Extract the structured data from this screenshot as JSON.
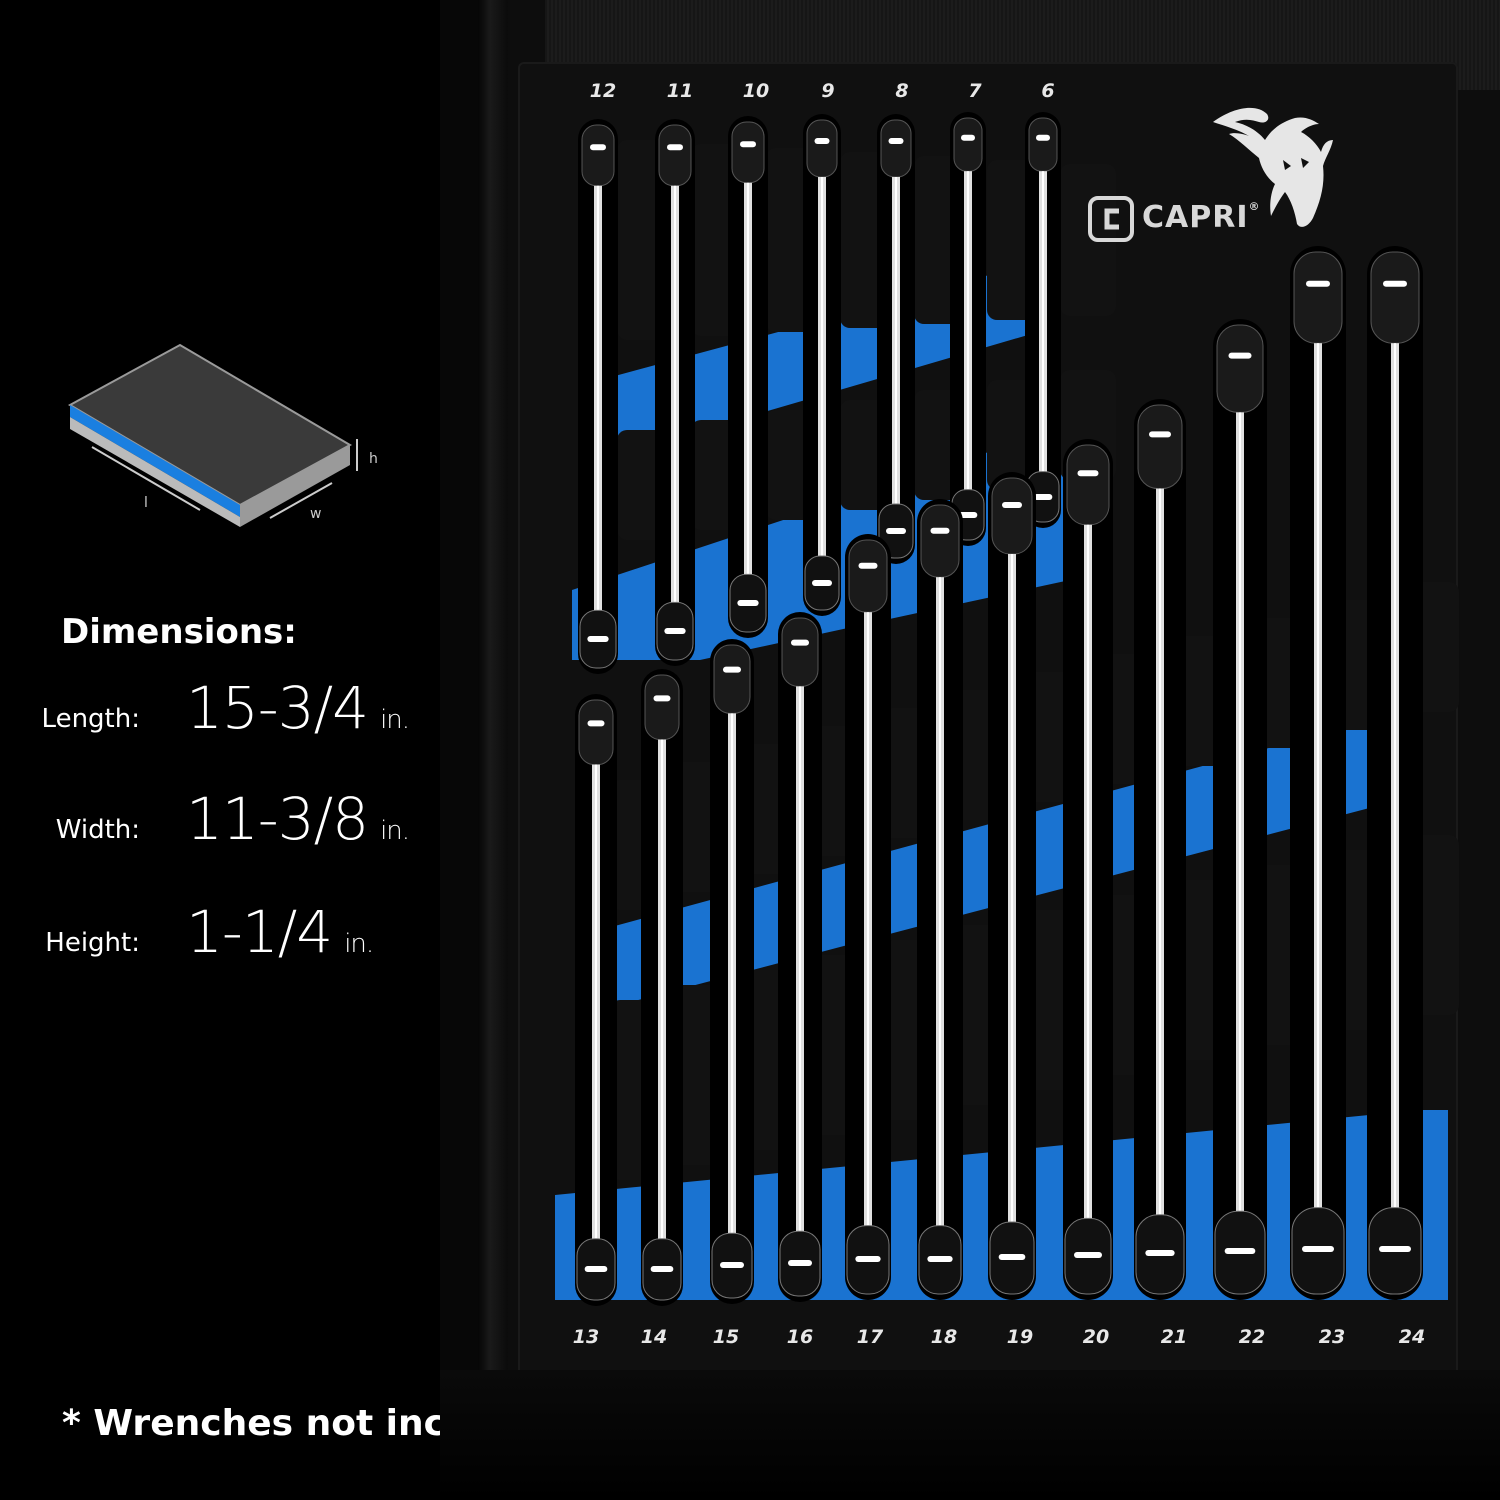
{
  "colors": {
    "background": "#000000",
    "foam_black": "#121212",
    "foam_blue": "#1a73d1",
    "text": "#ffffff"
  },
  "dimensions": {
    "title": "Dimensions:",
    "length": {
      "label": "Length:",
      "value": "15-3/4",
      "unit": "in."
    },
    "width": {
      "label": "Width:",
      "value": "11-3/8",
      "unit": "in."
    },
    "height": {
      "label": "Height:",
      "value": "1-1/4",
      "unit": "in."
    }
  },
  "iso_diagram": {
    "l_label": "l",
    "w_label": "w",
    "h_label": "h"
  },
  "footnote": "* Wrenches not included",
  "brand": {
    "name": "CAPRI",
    "mark": "C",
    "reg": "®",
    "logo_icon": "goat-head-icon"
  },
  "tray": {
    "top_row_sizes": [
      "12",
      "11",
      "10",
      "9",
      "8",
      "7",
      "6"
    ],
    "bottom_row_sizes": [
      "13",
      "14",
      "15",
      "16",
      "17",
      "18",
      "19",
      "20",
      "21",
      "22",
      "23",
      "24"
    ]
  }
}
